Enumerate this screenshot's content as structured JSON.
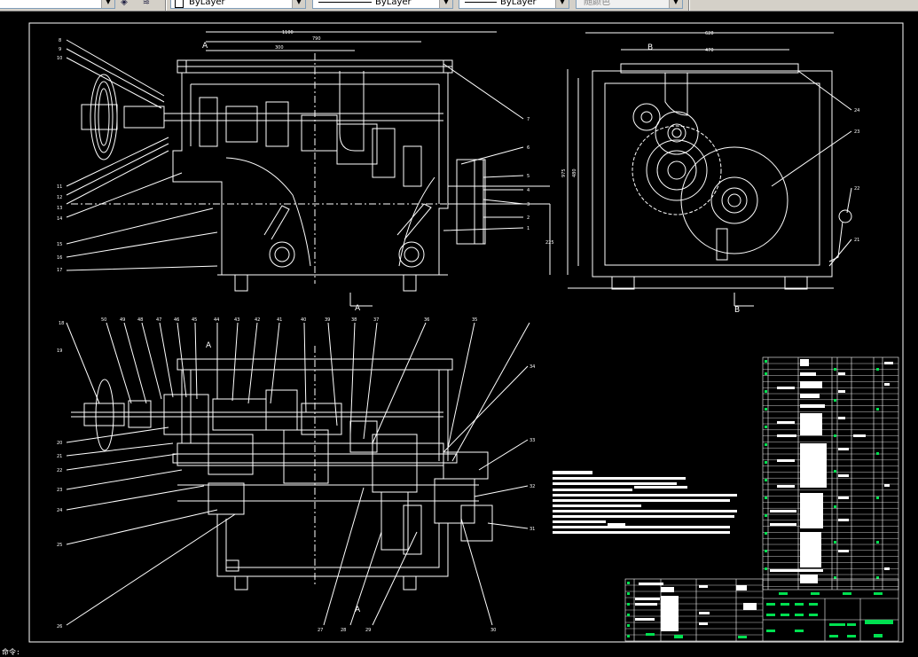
{
  "toolbar": {
    "color_combo": "ByLayer",
    "linetype_combo": "ByLayer",
    "lineweight_combo": "ByLayer",
    "plotstyle_combo": "随颜色"
  },
  "drawing": {
    "top_view_dims": [
      "1100",
      "790",
      "300"
    ],
    "side_view_dims": [
      "628",
      "470",
      "975",
      "480"
    ],
    "section_A": "A",
    "section_B": "B",
    "height_dim": "225",
    "callouts_left": [
      "8",
      "9",
      "10",
      "11",
      "12",
      "13",
      "14",
      "15",
      "16",
      "17"
    ],
    "callouts_right": [
      "7",
      "6",
      "5",
      "4",
      "3",
      "2",
      "1"
    ],
    "callouts_side": [
      "24",
      "23",
      "22",
      "21"
    ],
    "callouts_section_top": [
      "18",
      "50",
      "49",
      "48",
      "47",
      "46",
      "45",
      "44",
      "43",
      "42",
      "41",
      "40",
      "39",
      "38",
      "37",
      "36",
      "35"
    ],
    "callouts_section_left": [
      "19",
      "20",
      "21",
      "22",
      "23",
      "24",
      "25"
    ],
    "callouts_section_right": [
      "34",
      "33",
      "32",
      "31"
    ],
    "callouts_section_bottom": [
      "26",
      "27",
      "28",
      "29",
      "30"
    ]
  },
  "command_line": {
    "prompt": "命令:"
  }
}
